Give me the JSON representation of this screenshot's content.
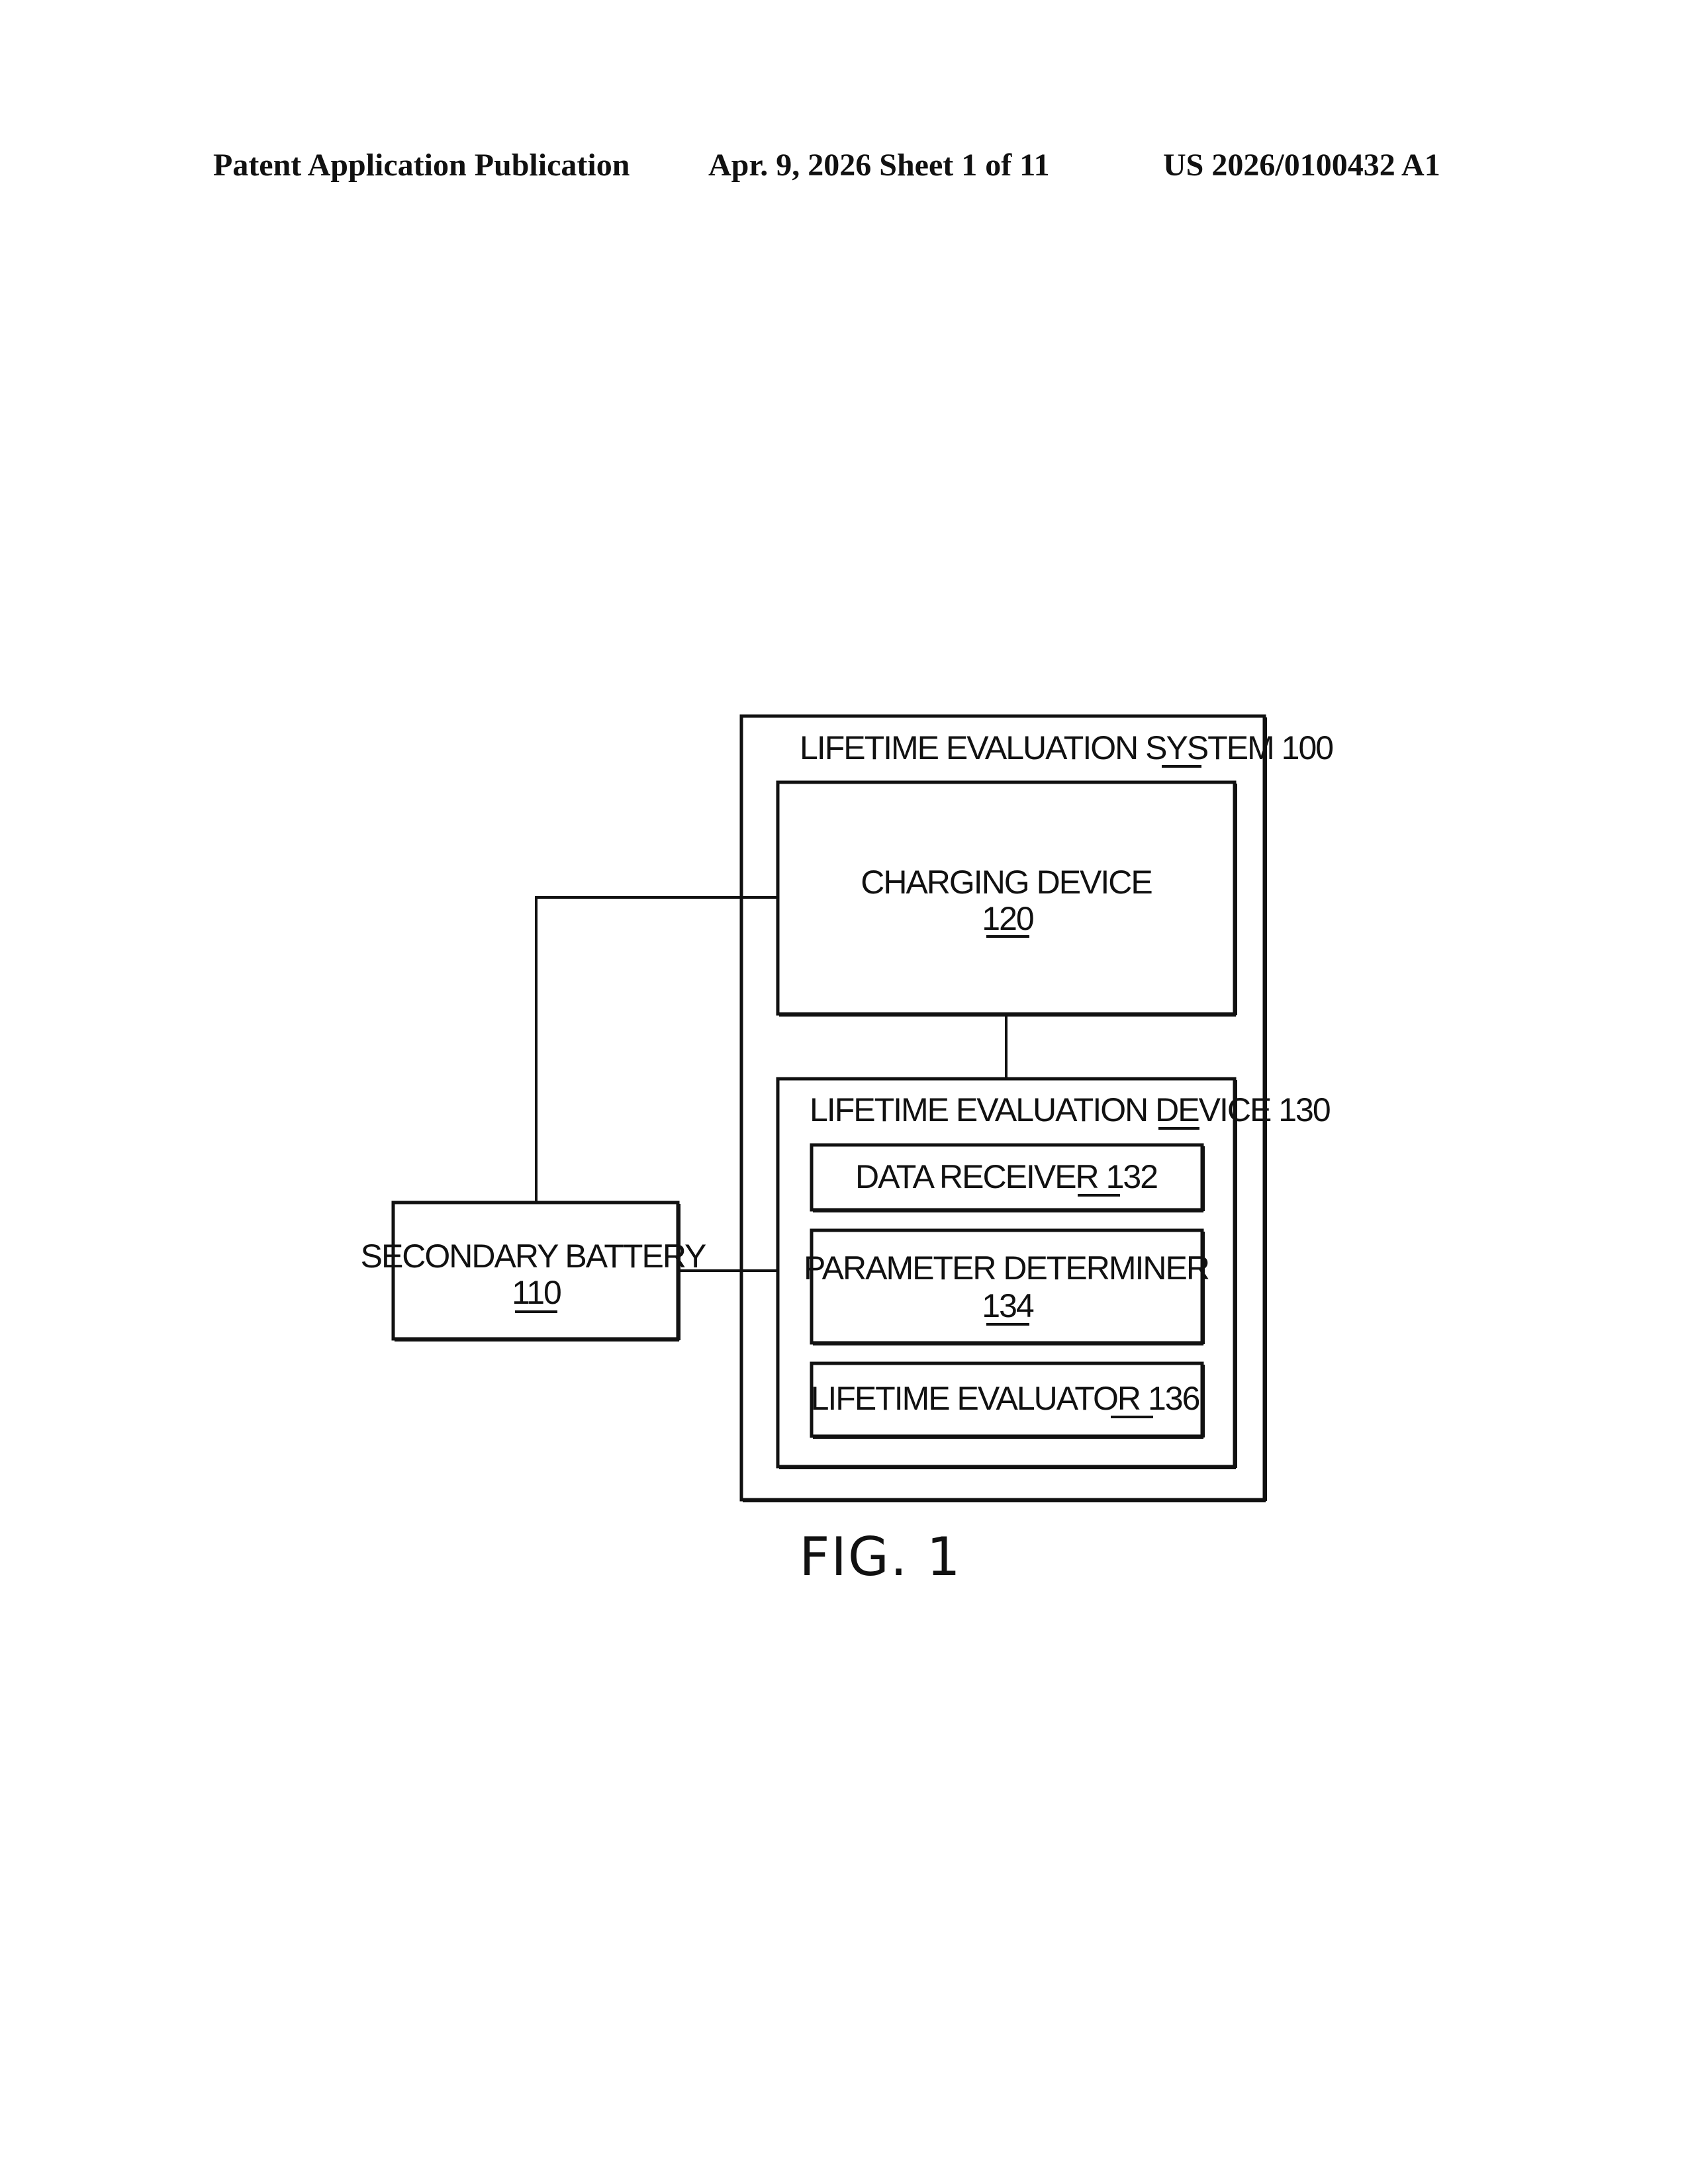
{
  "header": {
    "left": "Patent Application Publication",
    "middle": "Apr. 9, 2026   Sheet 1 of 11",
    "right": "US 2026/0100432 A1"
  },
  "diagram": {
    "system": {
      "label": "LIFETIME EVALUATION SYSTEM",
      "ref": "100"
    },
    "charging_device": {
      "label": "CHARGING DEVICE",
      "ref": "120"
    },
    "evaluation_device": {
      "label": "LIFETIME EVALUATION DEVICE",
      "ref": "130"
    },
    "data_receiver": {
      "label": "DATA RECEIVER",
      "ref": "132"
    },
    "parameter_determiner": {
      "label": "PARAMETER DETERMINER",
      "ref": "134"
    },
    "lifetime_evaluator": {
      "label": "LIFETIME EVALUATOR",
      "ref": "136"
    },
    "secondary_battery": {
      "label": "SECONDARY BATTERY",
      "ref": "110"
    }
  },
  "figure_label": "FIG. 1"
}
